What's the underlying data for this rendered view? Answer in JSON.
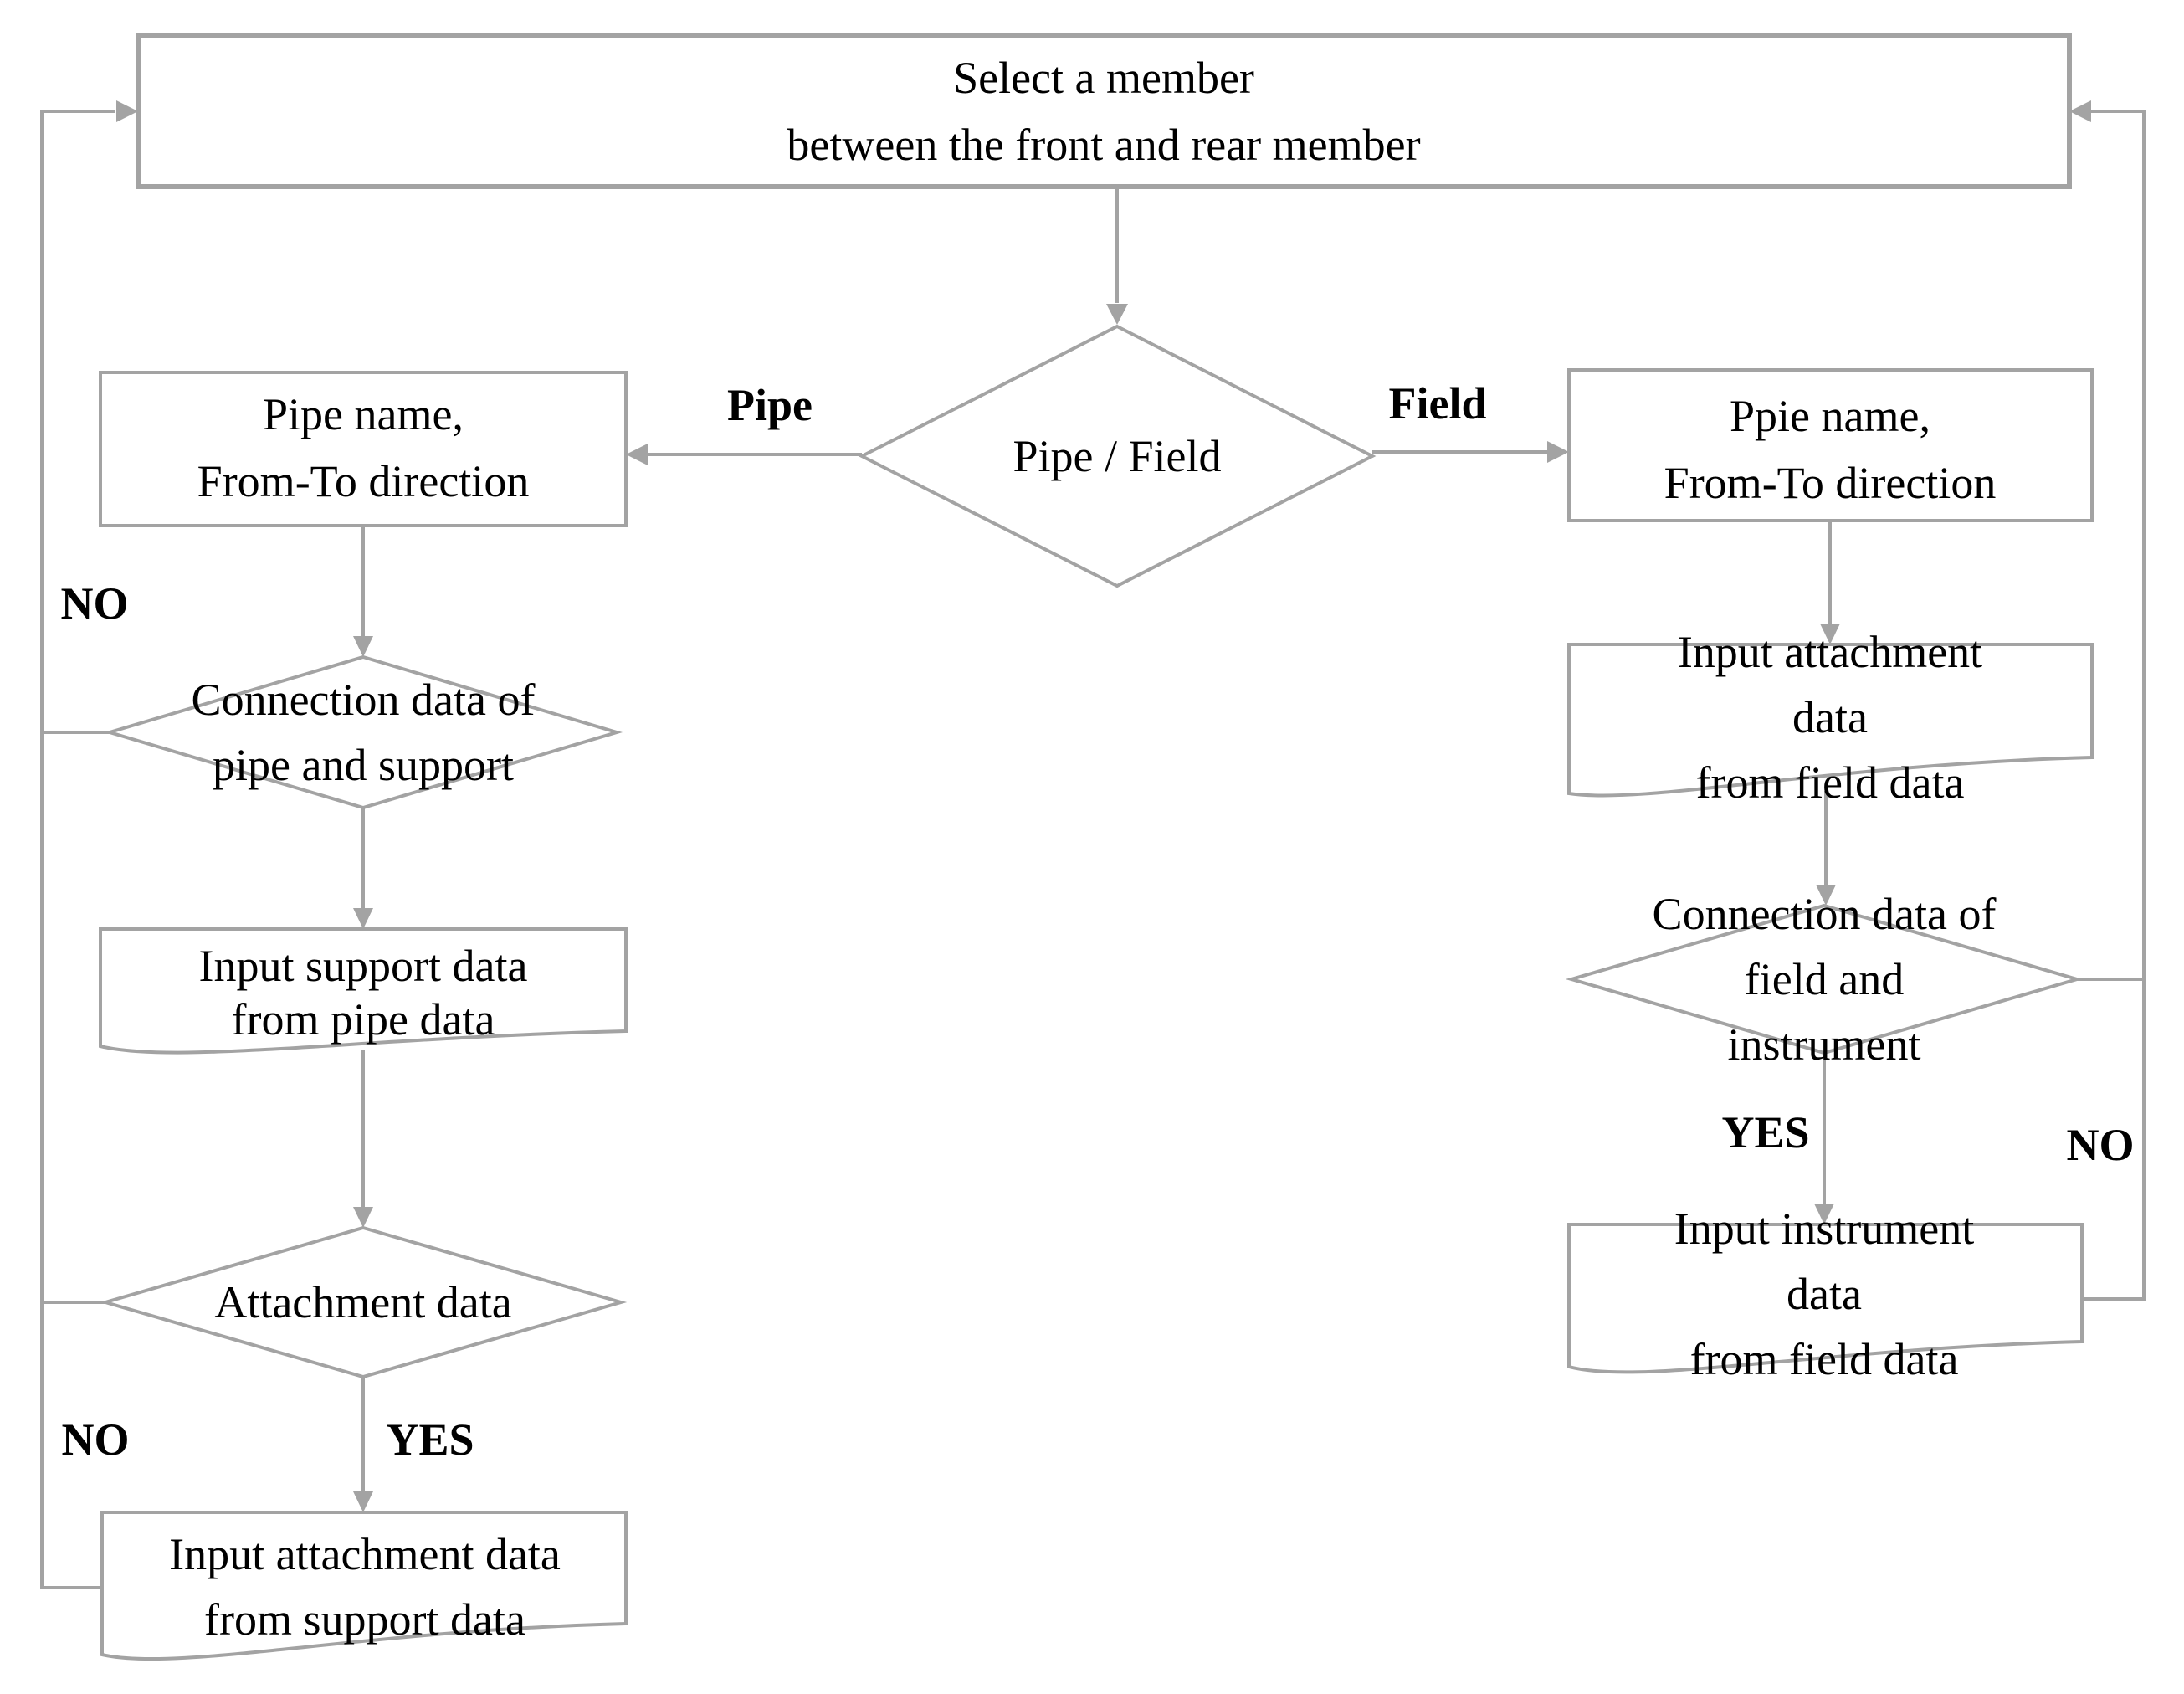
{
  "diagram": {
    "nodes": {
      "select_member": {
        "type": "process",
        "label": "Select a member\nbetween the front and rear member"
      },
      "pipe_field": {
        "type": "decision",
        "label": "Pipe / Field"
      },
      "pipe_name": {
        "type": "process",
        "label": "Pipe name,\nFrom-To direction"
      },
      "conn_pipe_support": {
        "type": "decision",
        "label": "Connection data of\npipe and support"
      },
      "input_support": {
        "type": "document",
        "label": "Input support data\nfrom pipe data"
      },
      "attachment_data": {
        "type": "decision",
        "label": "Attachment data"
      },
      "input_attachment_support": {
        "type": "document",
        "label": "Input attachment data\nfrom support data"
      },
      "ppie_name": {
        "type": "process",
        "label": "Ppie name,\nFrom-To direction"
      },
      "input_attachment_field": {
        "type": "document",
        "label": "Input attachment data\nfrom field data"
      },
      "conn_field_instrument": {
        "type": "decision",
        "label": "Connection data of\nfield and instrument"
      },
      "input_instrument": {
        "type": "document",
        "label": "Input instrument data\nfrom field data"
      }
    },
    "edge_labels": {
      "pipe": "Pipe",
      "field": "Field",
      "no_conn_pipe": "NO",
      "no_attachment": "NO",
      "yes_attachment": "YES",
      "yes_conn_field": "YES",
      "no_conn_field": "NO"
    },
    "colors": {
      "line": "#a3a3a3",
      "text": "#000000",
      "background": "#ffffff"
    }
  }
}
